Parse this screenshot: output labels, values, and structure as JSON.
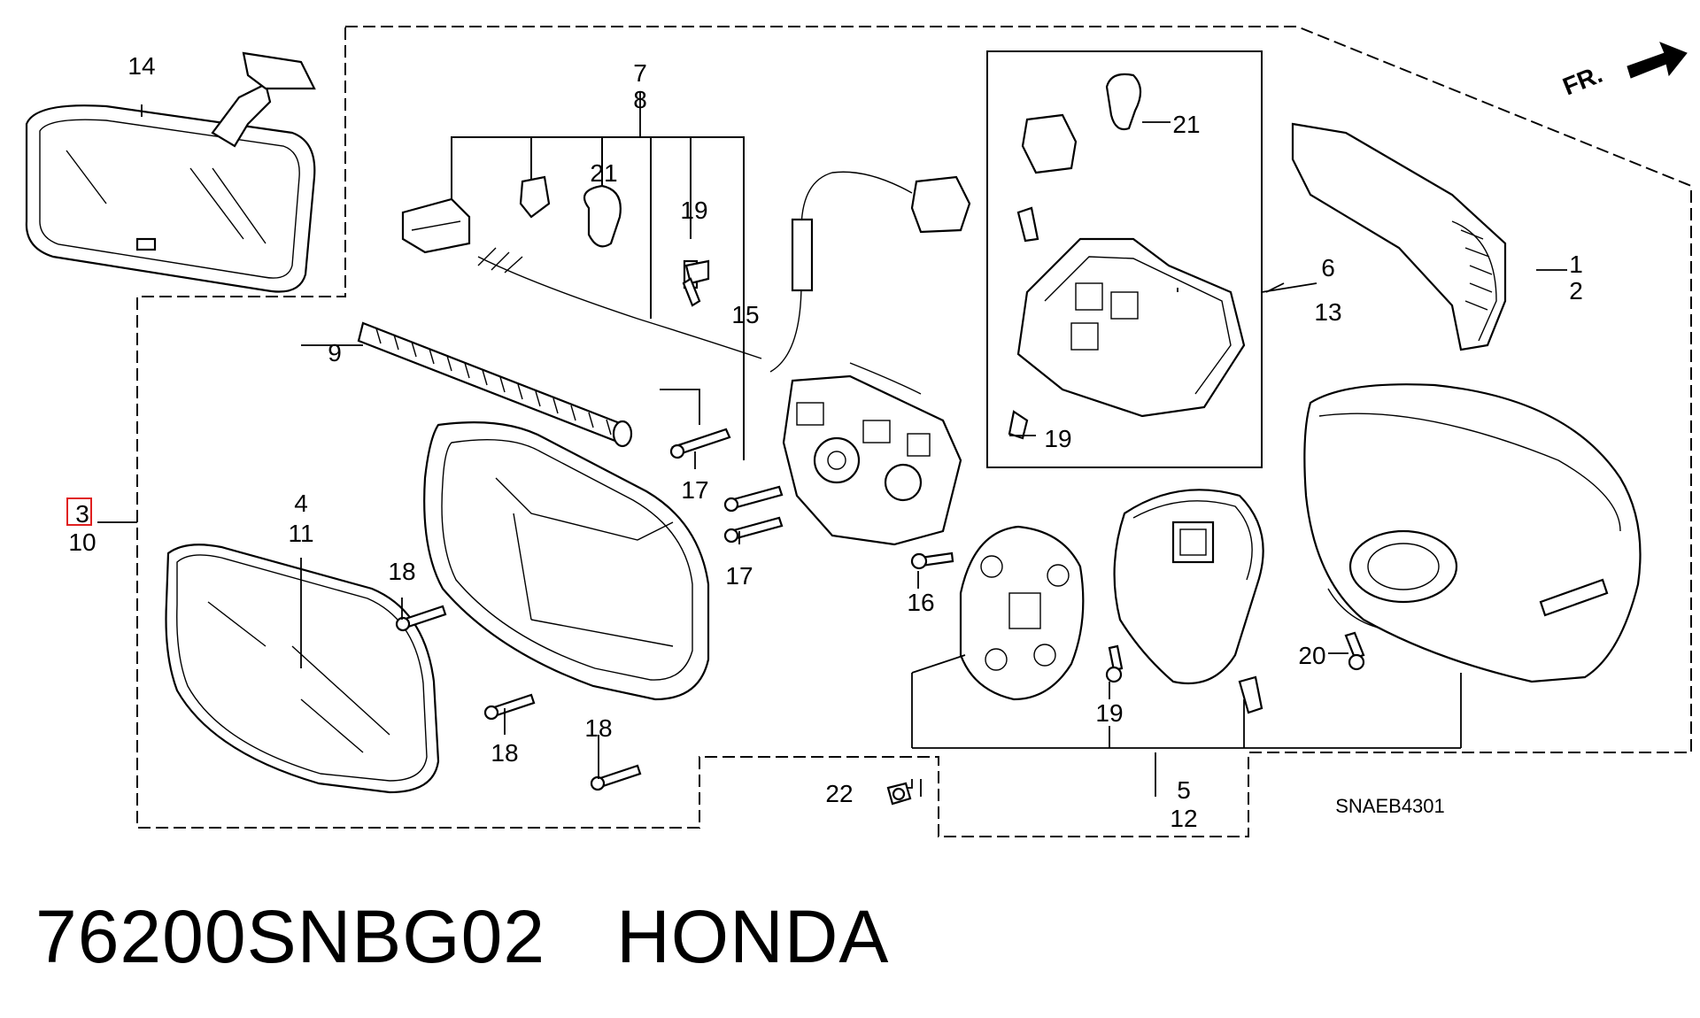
{
  "diagram": {
    "code": "SNAEB4301",
    "direction": "FR.",
    "highlight_label": "3",
    "callouts": {
      "c1": "1",
      "c2": "2",
      "c3": "3",
      "c4": "4",
      "c5": "5",
      "c6": "6",
      "c7": "7",
      "c8": "8",
      "c9": "9",
      "c10": "10",
      "c11": "11",
      "c12": "12",
      "c13": "13",
      "c14": "14",
      "c15": "15",
      "c16": "16",
      "c17a": "17",
      "c17b": "17",
      "c18a": "18",
      "c18b": "18",
      "c18c": "18",
      "c19a": "19",
      "c19b": "19",
      "c19c": "19",
      "c20": "20",
      "c21a": "21",
      "c21b": "21",
      "c22": "22"
    }
  },
  "caption": {
    "part_number": "76200SNBG02",
    "brand": "HONDA"
  }
}
